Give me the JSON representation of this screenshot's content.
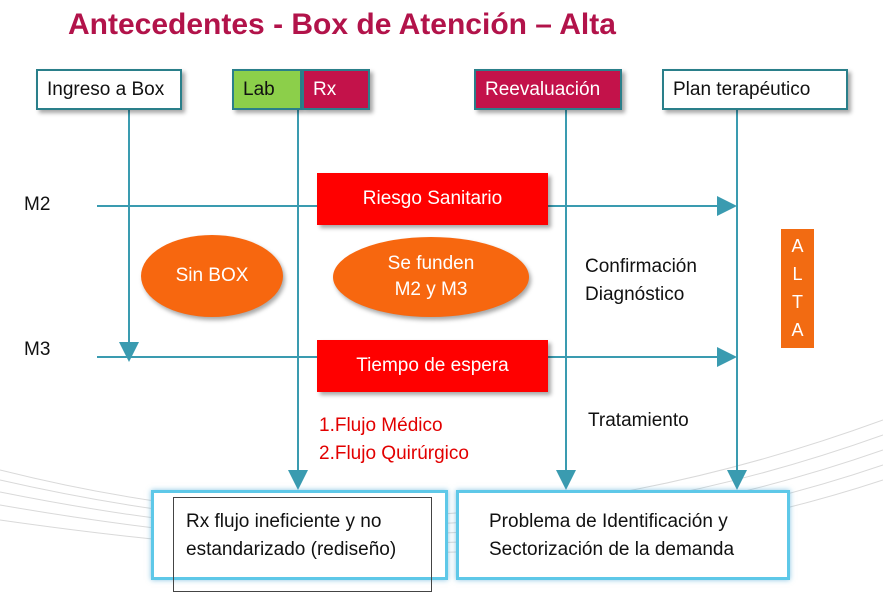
{
  "title": "Antecedentes - Box de Atención – Alta",
  "headers": {
    "ingreso": "Ingreso a Box",
    "lab": "Lab",
    "rx": "Rx",
    "reevaluacion": "Reevaluación",
    "plan": "Plan terapéutico"
  },
  "rows": {
    "m2": "M2",
    "m3": "M3"
  },
  "red_boxes": {
    "riesgo": "Riesgo Sanitario",
    "tiempo": "Tiempo de espera"
  },
  "ellipses": {
    "sin_box": "Sin BOX",
    "se_funden_1": "Se funden",
    "se_funden_2": "M2 y M3"
  },
  "notes": {
    "confirmacion_1": "Confirmación",
    "confirmacion_2": "Diagnóstico",
    "tratamiento": "Tratamiento",
    "flujo_1": "1.Flujo Médico",
    "flujo_2": "2.Flujo Quirúrgico"
  },
  "alta": [
    "A",
    "L",
    "T",
    "A"
  ],
  "bottom": {
    "left_1": "Rx flujo ineficiente y no",
    "left_2": "estandarizado (rediseño)",
    "right_1": "Problema de Identificación y",
    "right_2": "Sectorización de la demanda"
  },
  "colors": {
    "title": "#b2134a",
    "connector": "#3a9bb0",
    "red_box": "#ff0000",
    "ellipse": "#f7670f",
    "lab": "#8ccf4a",
    "rx": "#c3124a"
  }
}
